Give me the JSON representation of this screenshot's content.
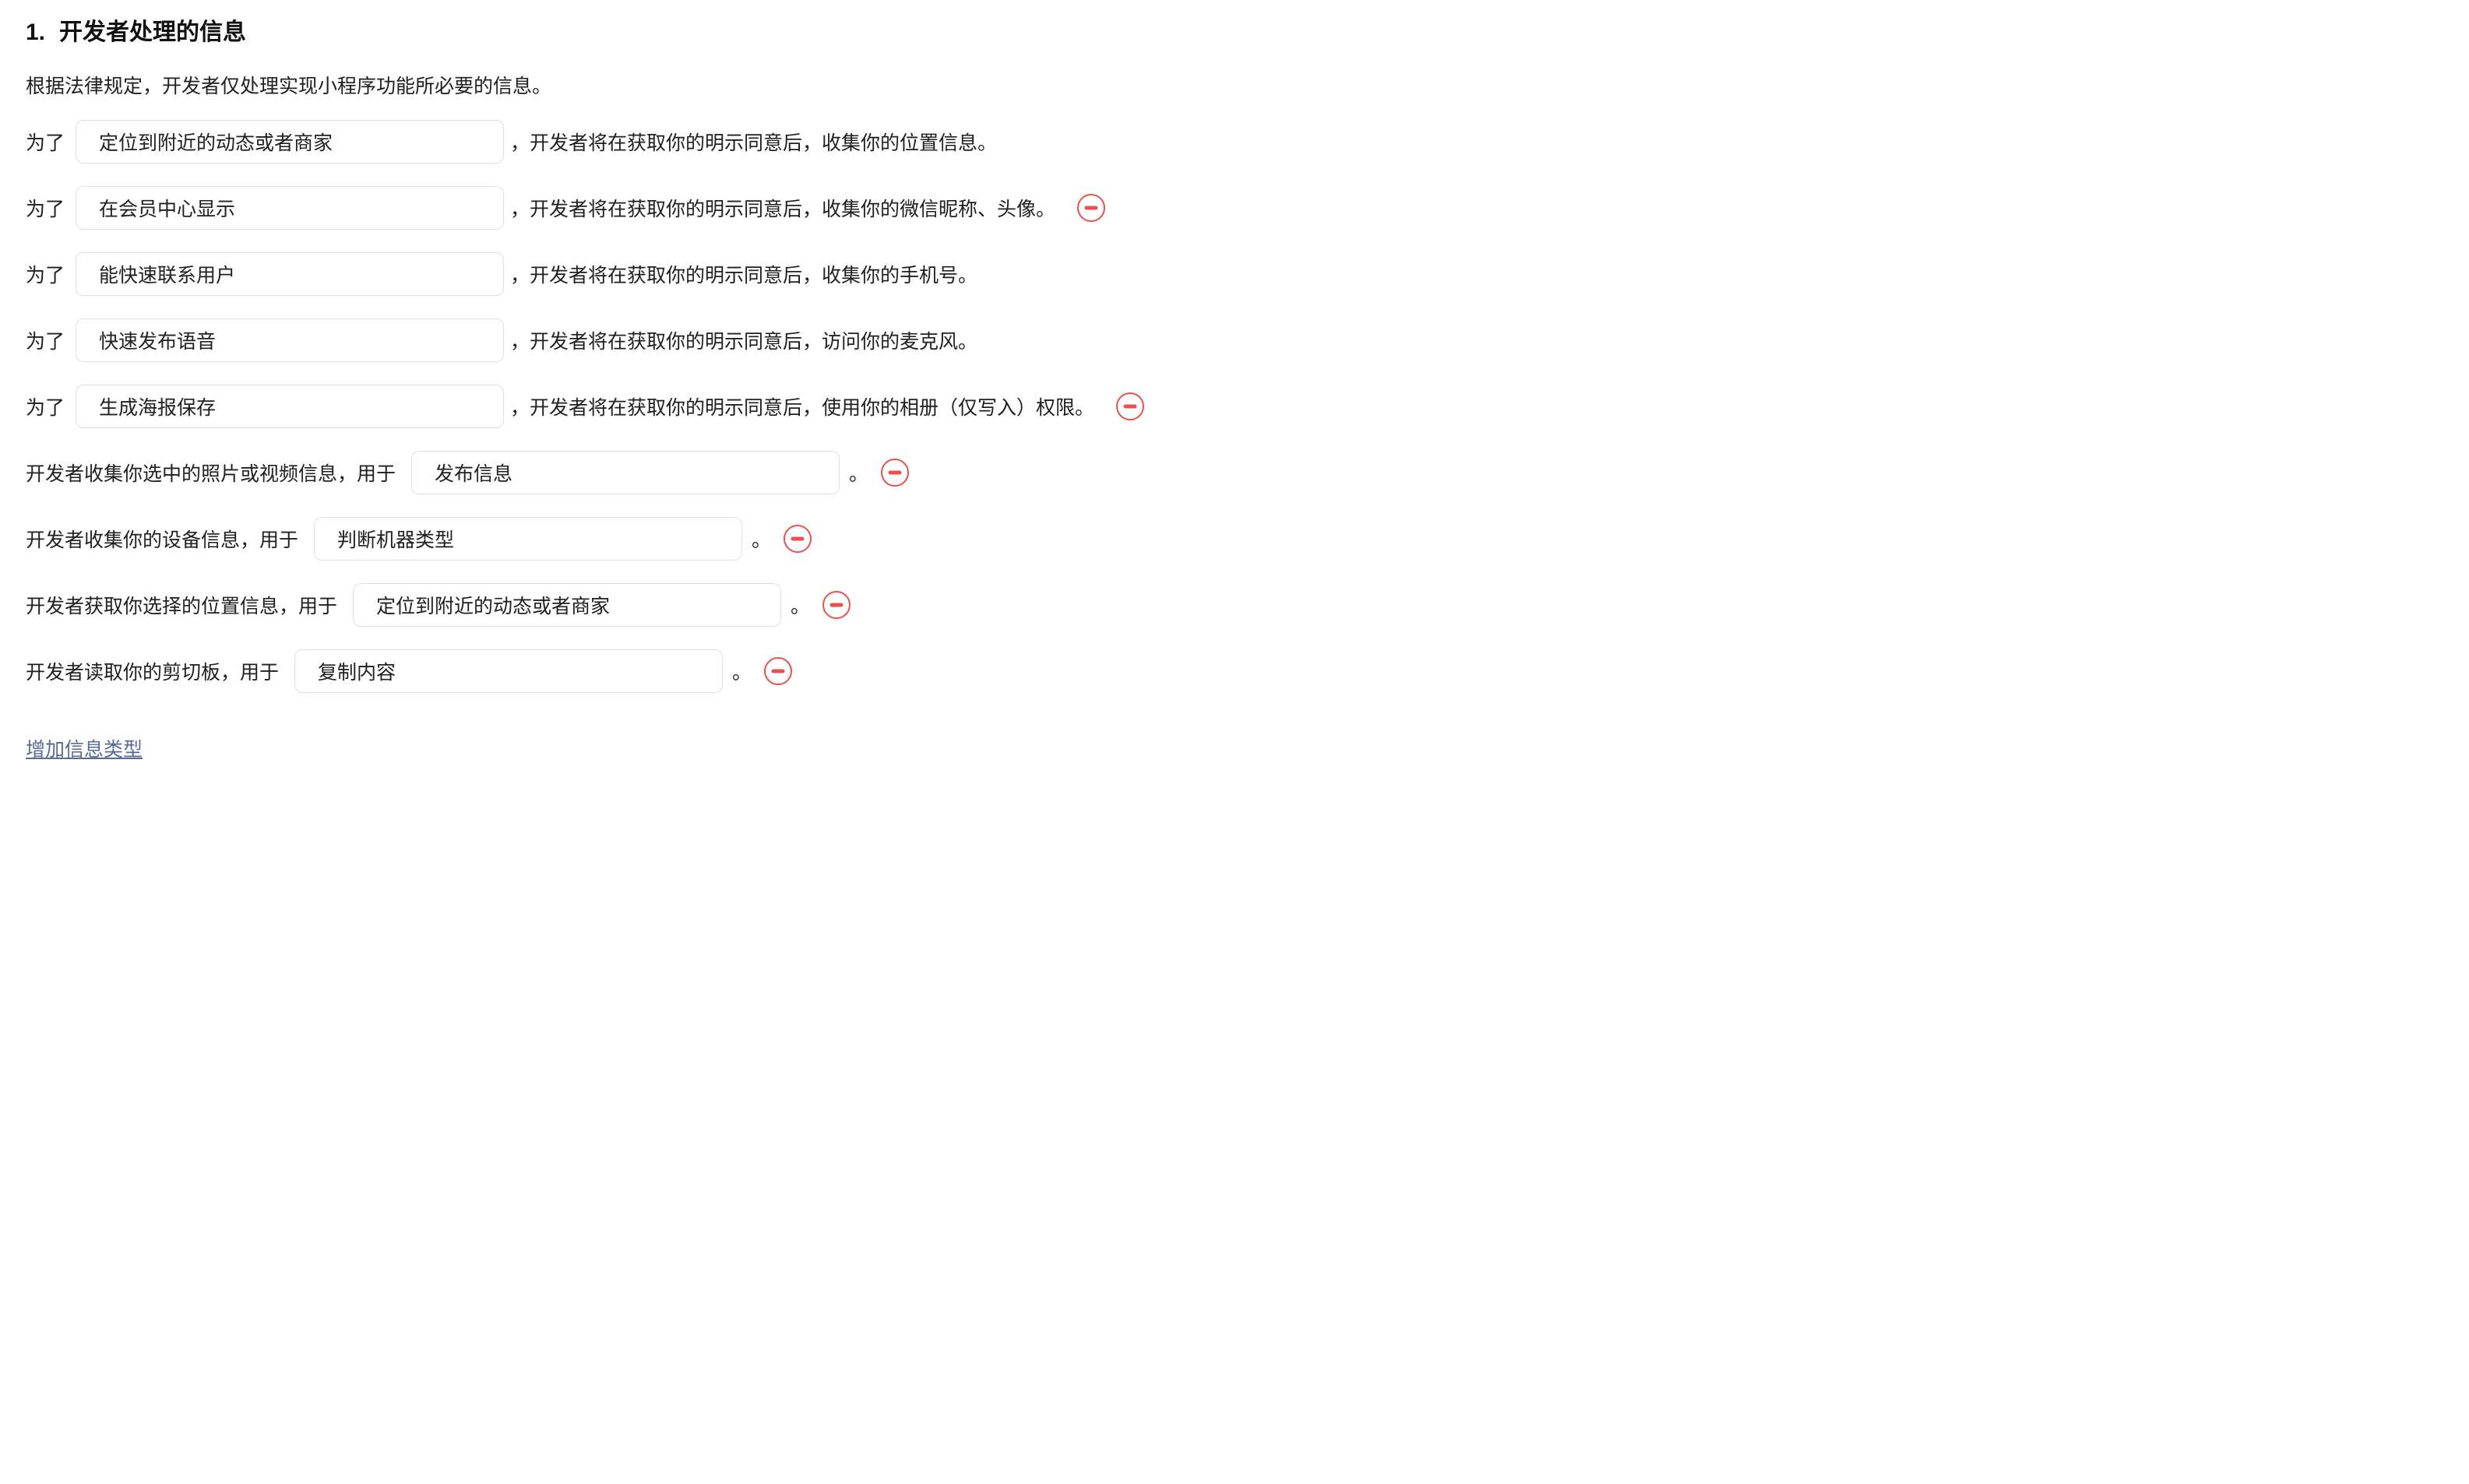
{
  "header": {
    "number": "1.",
    "title": "开发者处理的信息"
  },
  "intro": "根据法律规定，开发者仅处理实现小程序功能所必要的信息。",
  "labels": {
    "purpose_prefix": "为了",
    "period": "。"
  },
  "purpose_rows": [
    {
      "value": "定位到附近的动态或者商家",
      "suffix": "，开发者将在获取你的明示同意后，收集你的位置信息。",
      "removable": false
    },
    {
      "value": "在会员中心显示",
      "suffix": "，开发者将在获取你的明示同意后，收集你的微信昵称、头像。",
      "removable": true
    },
    {
      "value": "能快速联系用户",
      "suffix": "，开发者将在获取你的明示同意后，收集你的手机号。",
      "removable": false
    },
    {
      "value": "快速发布语音",
      "suffix": "，开发者将在获取你的明示同意后，访问你的麦克风。",
      "removable": false
    },
    {
      "value": "生成海报保存",
      "suffix": "，开发者将在获取你的明示同意后，使用你的相册（仅写入）权限。",
      "removable": true
    }
  ],
  "collection_rows": [
    {
      "label": "开发者收集你选中的照片或视频信息，用于",
      "value": "发布信息",
      "removable": true
    },
    {
      "label": "开发者收集你的设备信息，用于",
      "value": "判断机器类型",
      "removable": true
    },
    {
      "label": "开发者获取你选择的位置信息，用于",
      "value": "定位到附近的动态或者商家",
      "removable": true
    },
    {
      "label": "开发者读取你的剪切板，用于",
      "value": "复制内容",
      "removable": true
    }
  ],
  "footer": {
    "add_link": "增加信息类型"
  },
  "colors": {
    "danger": "#e8514e",
    "link": "#576b95",
    "border": "#e0e0e0",
    "text": "#1f1f1f"
  }
}
